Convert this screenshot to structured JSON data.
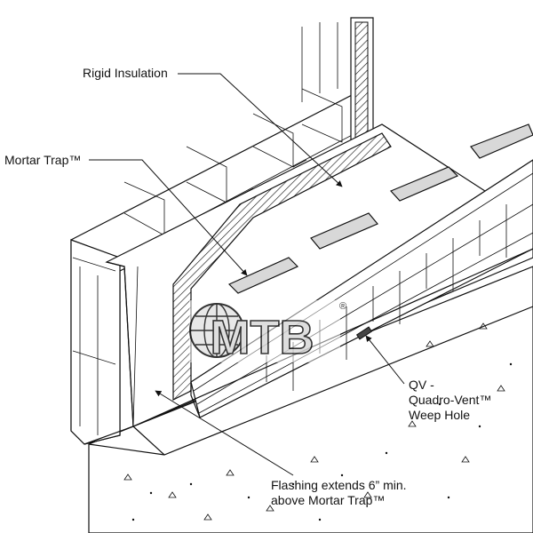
{
  "labels": {
    "rigid_insulation": "Rigid Insulation",
    "mortar_trap": "Mortar Trap™",
    "qv_line1": "QV -",
    "qv_line2": "Quadro-Vent™",
    "qv_line3": "Weep Hole",
    "flashing_line1": "Flashing extends 6” min.",
    "flashing_line2": "above Mortar Trap™"
  },
  "logo": {
    "text": "MTB",
    "registered_mark": "®"
  },
  "colors": {
    "ink": "#111111",
    "paper": "#ffffff",
    "logo_fill": "#d9d9d9"
  }
}
